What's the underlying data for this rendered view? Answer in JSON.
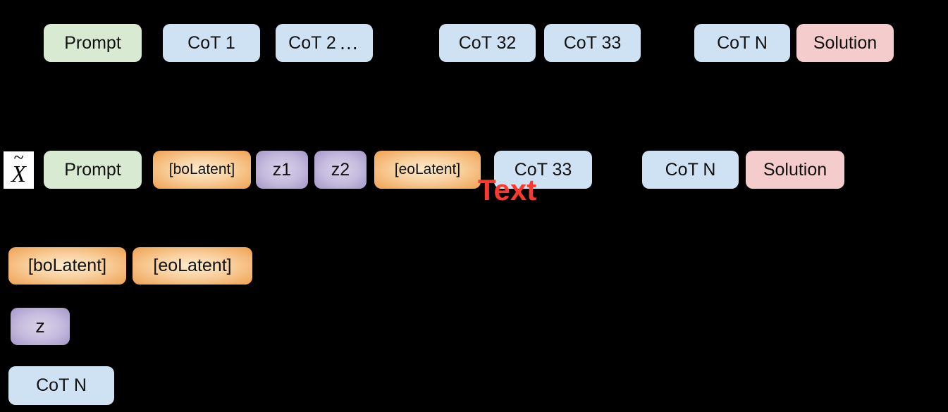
{
  "page": {
    "background_color": "#000000"
  },
  "palette": {
    "prompt_fill": "#d9ead3",
    "cot_fill": "#cfe2f3",
    "solution_fill": "#f4cccc",
    "latent_gradient_center": "#fdeccd",
    "latent_gradient_edge": "#eda155",
    "z_gradient_center": "#d9d2e9",
    "z_gradient_edge": "#a192c3",
    "annotation_color": "#fa3a2c",
    "prefix_box_bg": "#ffffff",
    "token_text_color": "#111111"
  },
  "row1": {
    "tokens": [
      {
        "label": "Prompt",
        "type": "prompt"
      },
      {
        "label": "CoT 1",
        "type": "cot"
      },
      {
        "label": "CoT 2",
        "dots": "…",
        "type": "cot"
      },
      {
        "label": "CoT 32",
        "type": "cot"
      },
      {
        "label": "CoT 33",
        "type": "cot"
      },
      {
        "label": "CoT N",
        "type": "cot"
      },
      {
        "label": "Solution",
        "type": "solution"
      }
    ]
  },
  "row2": {
    "prefix": {
      "base": "X",
      "accent": "~"
    },
    "tokens": [
      {
        "label": "Prompt",
        "type": "prompt"
      },
      {
        "label": "[boLatent]",
        "type": "latent"
      },
      {
        "label": "z1",
        "type": "z"
      },
      {
        "label": "z2",
        "type": "z"
      },
      {
        "label": "[eoLatent]",
        "type": "latent"
      },
      {
        "label": "CoT 33",
        "type": "cot"
      },
      {
        "label": "CoT N",
        "type": "cot"
      },
      {
        "label": "Solution",
        "type": "solution"
      }
    ],
    "text_annotation": "Text"
  },
  "legend": {
    "items": [
      {
        "label": "[boLatent]",
        "type": "latent"
      },
      {
        "label": "[eoLatent]",
        "type": "latent"
      },
      {
        "label": "z",
        "type": "z"
      },
      {
        "label": "CoT N",
        "type": "cot"
      }
    ]
  }
}
